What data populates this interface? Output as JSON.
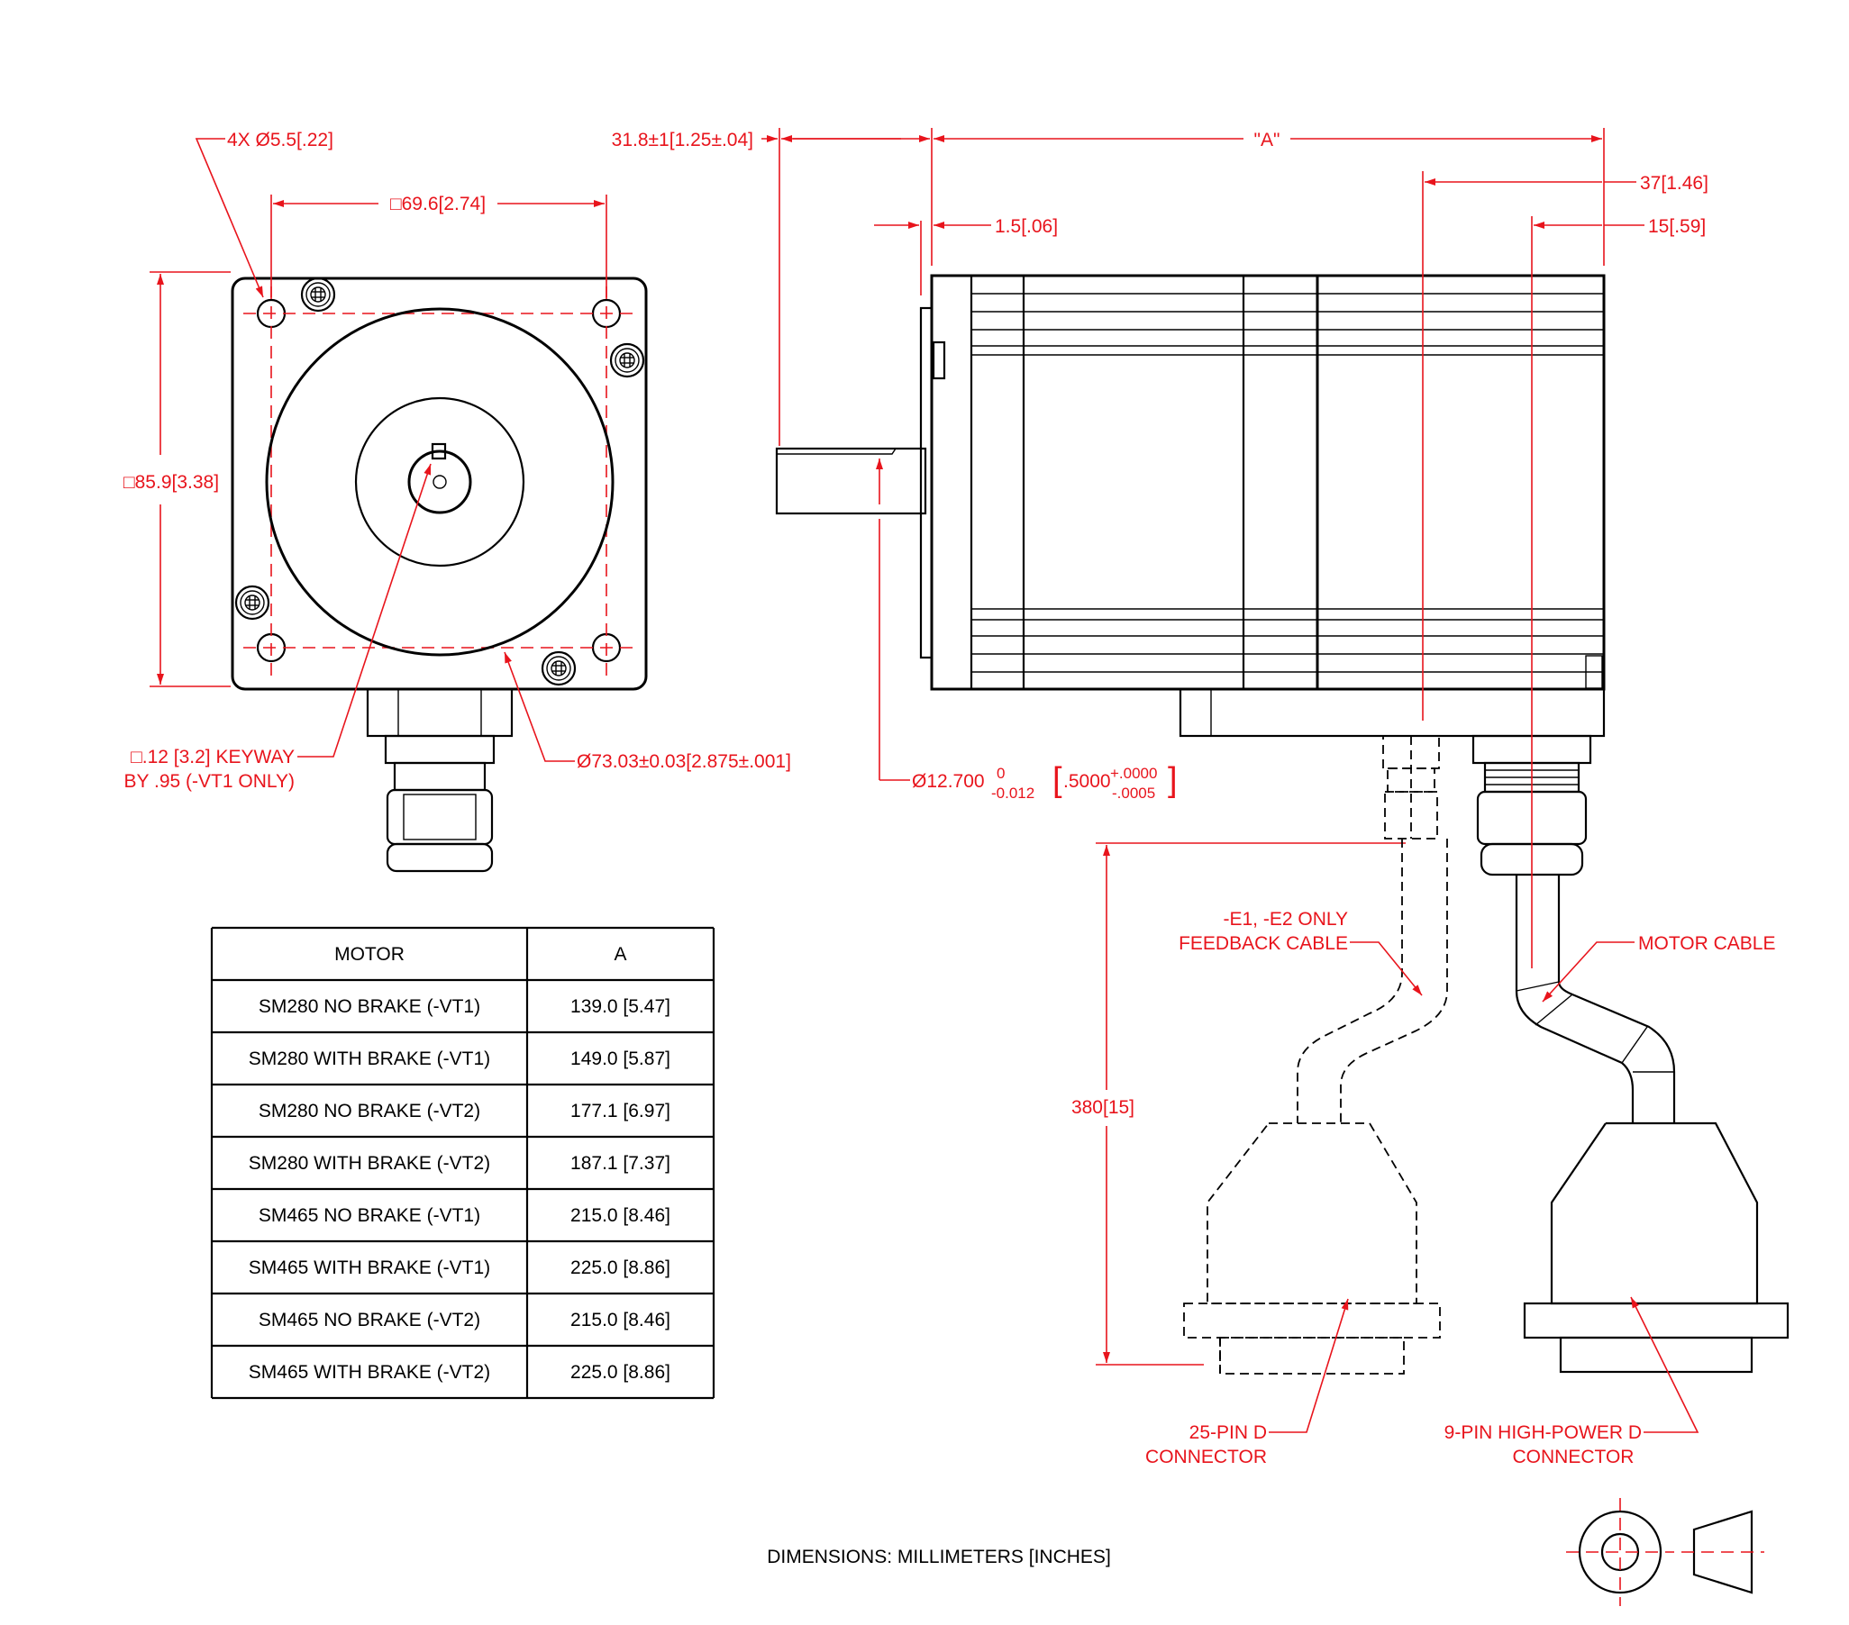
{
  "dimensions": {
    "holes": "4X Ø5.5[.22]",
    "bolt_square": "□69.6[2.74]",
    "body_square": "□85.9[3.38]",
    "keyway_line1": "□.12 [3.2] KEYWAY",
    "keyway_line2": "BY .95 (-VT1 ONLY)",
    "pilot": "Ø73.03±0.03[2.875±.001]",
    "shaft_length": "31.8±1[1.25±.04]",
    "overall": "\"A\"",
    "flange": "1.5[.06]",
    "conn1": "37[1.46]",
    "conn2": "15[.59]",
    "shaft_dia_main": "Ø12.700",
    "shaft_tol_up": "0",
    "shaft_tol_low": "-0.012",
    "shaft_in_main": ".5000",
    "shaft_in_up": "+.0000",
    "shaft_in_low": "-.0005",
    "cable_length": "380[15]"
  },
  "callouts": {
    "feedback_line1": "-E1, -E2 ONLY",
    "feedback_line2": "FEEDBACK CABLE",
    "motor_cable": "MOTOR CABLE",
    "conn25_line1": "25-PIN D",
    "conn25_line2": "CONNECTOR",
    "conn9_line1": "9-PIN HIGH-POWER D",
    "conn9_line2": "CONNECTOR"
  },
  "table": {
    "headers": [
      "MOTOR",
      "A"
    ],
    "rows": [
      [
        "SM280 NO BRAKE (-VT1)",
        "139.0 [5.47]"
      ],
      [
        "SM280 WITH BRAKE (-VT1)",
        "149.0 [5.87]"
      ],
      [
        "SM280 NO BRAKE (-VT2)",
        "177.1 [6.97]"
      ],
      [
        "SM280 WITH BRAKE (-VT2)",
        "187.1 [7.37]"
      ],
      [
        "SM465 NO BRAKE (-VT1)",
        "215.0 [8.46]"
      ],
      [
        "SM465 WITH BRAKE (-VT1)",
        "225.0 [8.86]"
      ],
      [
        "SM465 NO BRAKE (-VT2)",
        "215.0 [8.46]"
      ],
      [
        "SM465 WITH BRAKE (-VT2)",
        "225.0 [8.86]"
      ]
    ]
  },
  "footer": {
    "units": "DIMENSIONS:  MILLIMETERS [INCHES]"
  },
  "colors": {
    "dimension": "#e8141c",
    "outline": "#000000"
  }
}
